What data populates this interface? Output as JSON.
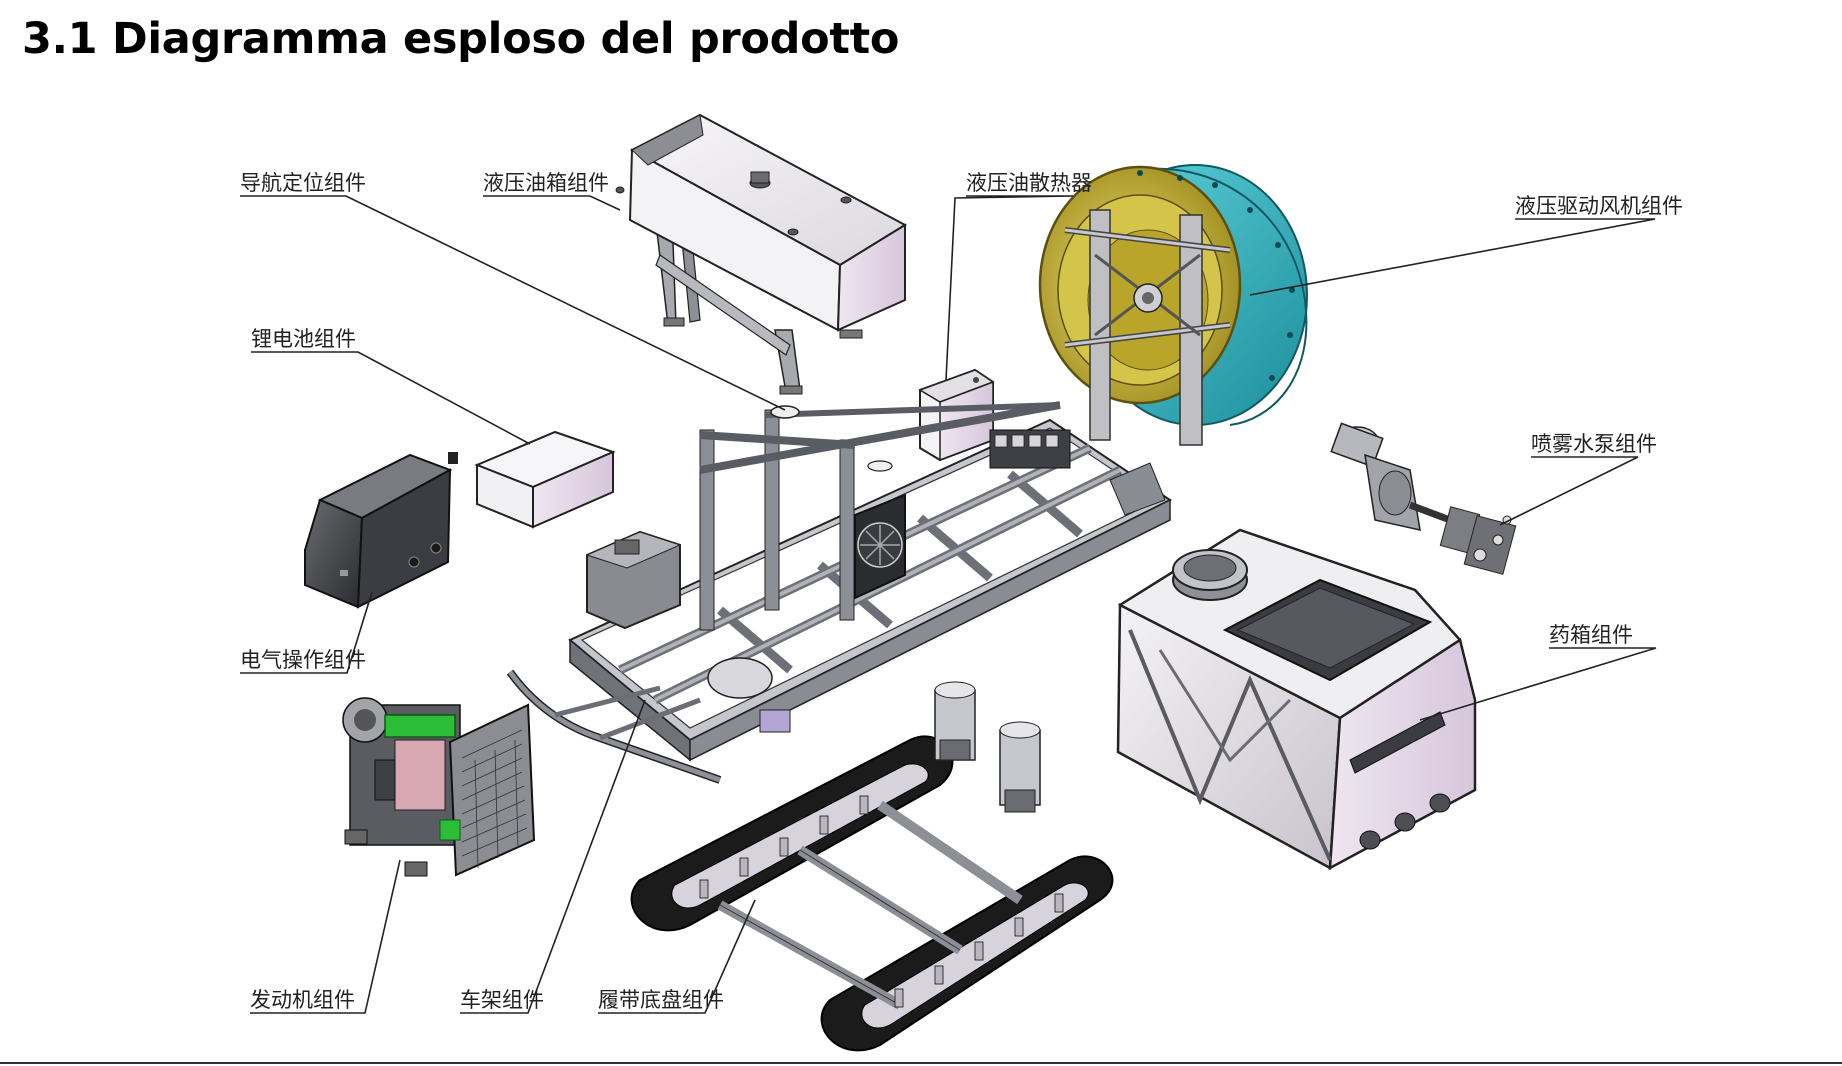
{
  "title": "3.1 Diagramma esploso del prodotto",
  "labels": {
    "navigation": "导航定位组件",
    "hydraulic_tank": "液压油箱组件",
    "hydraulic_cooler": "液压油散热器",
    "hydraulic_fan": "液压驱动风机组件",
    "battery": "锂电池组件",
    "spray_pump": "喷雾水泵组件",
    "electrical": "电气操作组件",
    "chemical_tank": "药箱组件",
    "engine": "发动机组件",
    "frame": "车架组件",
    "track_chassis": "履带底盘组件"
  },
  "colors": {
    "line": "#222222",
    "steel": "#9a9ca4",
    "steel_dark": "#55575e",
    "panel_light": "#f2f1f4",
    "panel_pink": "#e7dcea",
    "fan_shroud": "#2fb6c4",
    "fan_yellow": "#c9b52c",
    "engine_green": "#2fbf3a",
    "track_black": "#161616"
  }
}
